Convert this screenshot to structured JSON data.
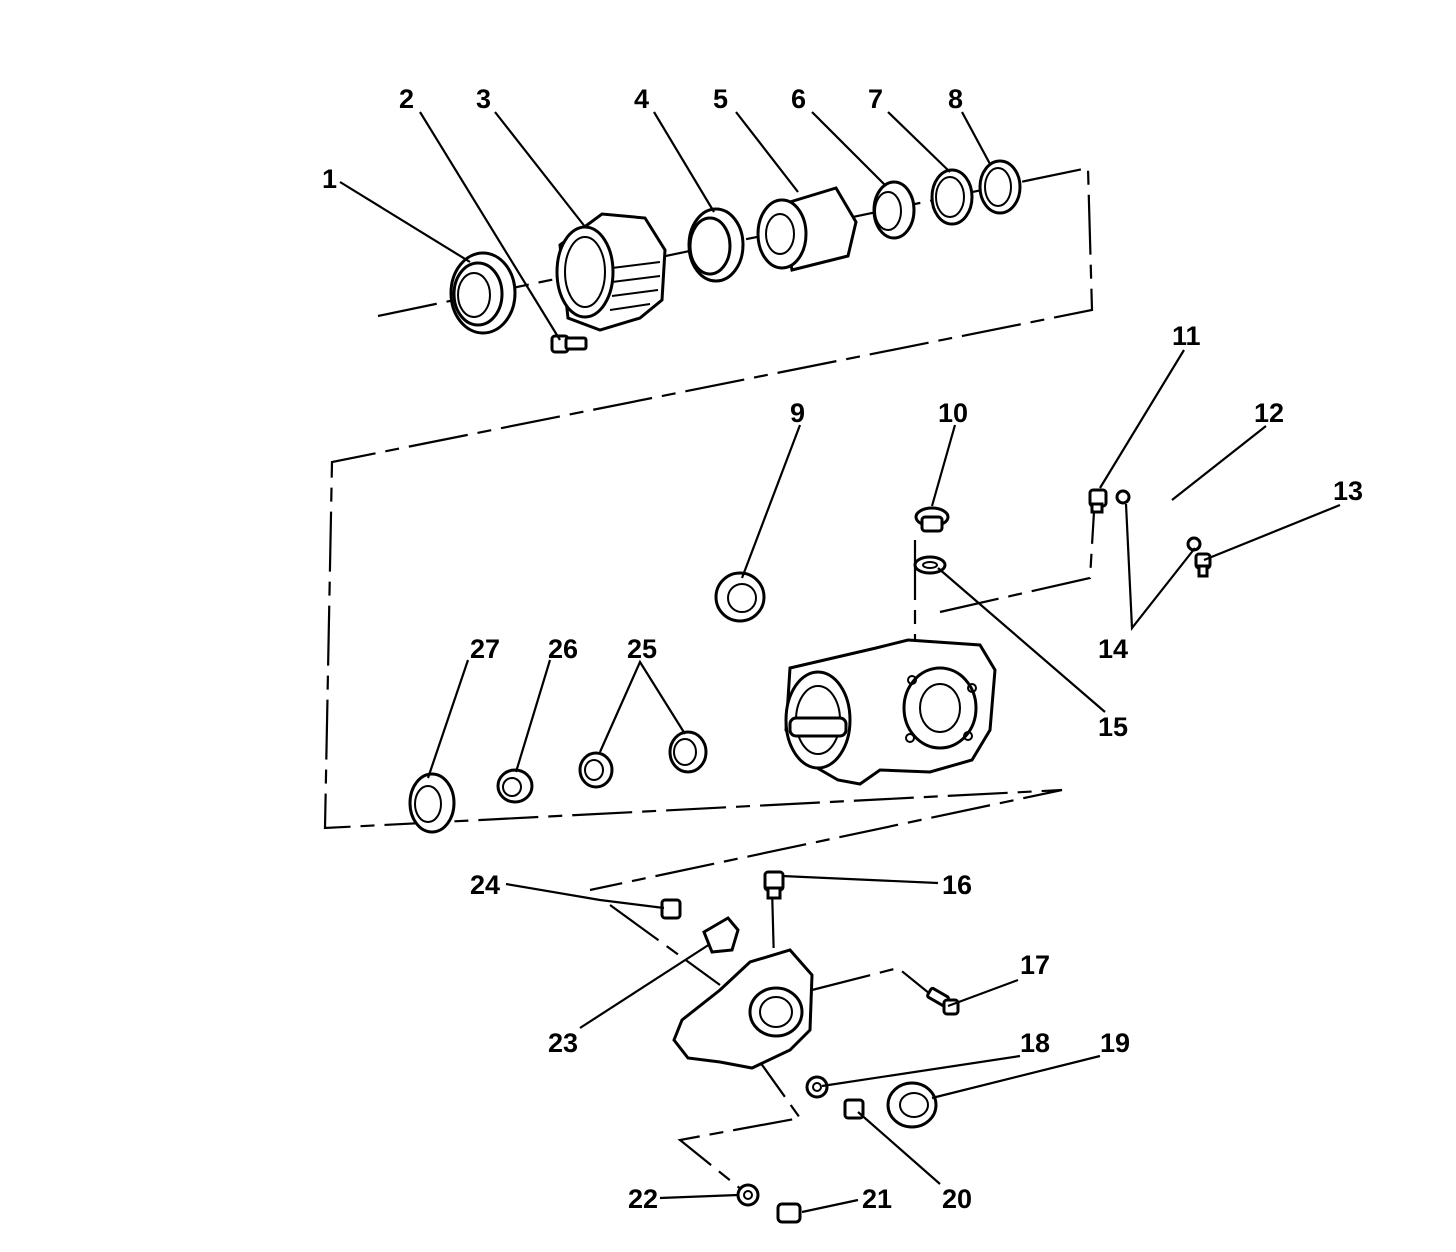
{
  "diagram": {
    "colors": {
      "ink": "#000000",
      "paper": "#ffffff"
    },
    "callouts": [
      {
        "id": "1",
        "text": "1"
      },
      {
        "id": "2",
        "text": "2"
      },
      {
        "id": "3",
        "text": "3"
      },
      {
        "id": "4",
        "text": "4"
      },
      {
        "id": "5",
        "text": "5"
      },
      {
        "id": "6",
        "text": "6"
      },
      {
        "id": "7",
        "text": "7"
      },
      {
        "id": "8",
        "text": "8"
      },
      {
        "id": "9",
        "text": "9"
      },
      {
        "id": "10",
        "text": "10"
      },
      {
        "id": "11",
        "text": "11"
      },
      {
        "id": "12",
        "text": "12"
      },
      {
        "id": "13",
        "text": "13"
      },
      {
        "id": "14",
        "text": "14"
      },
      {
        "id": "15",
        "text": "15"
      },
      {
        "id": "16",
        "text": "16"
      },
      {
        "id": "17",
        "text": "17"
      },
      {
        "id": "18",
        "text": "18"
      },
      {
        "id": "19",
        "text": "19"
      },
      {
        "id": "20",
        "text": "20"
      },
      {
        "id": "21",
        "text": "21"
      },
      {
        "id": "22",
        "text": "22"
      },
      {
        "id": "23",
        "text": "23"
      },
      {
        "id": "24",
        "text": "24"
      },
      {
        "id": "25",
        "text": "25"
      },
      {
        "id": "26",
        "text": "26"
      },
      {
        "id": "27",
        "text": "27"
      }
    ]
  }
}
